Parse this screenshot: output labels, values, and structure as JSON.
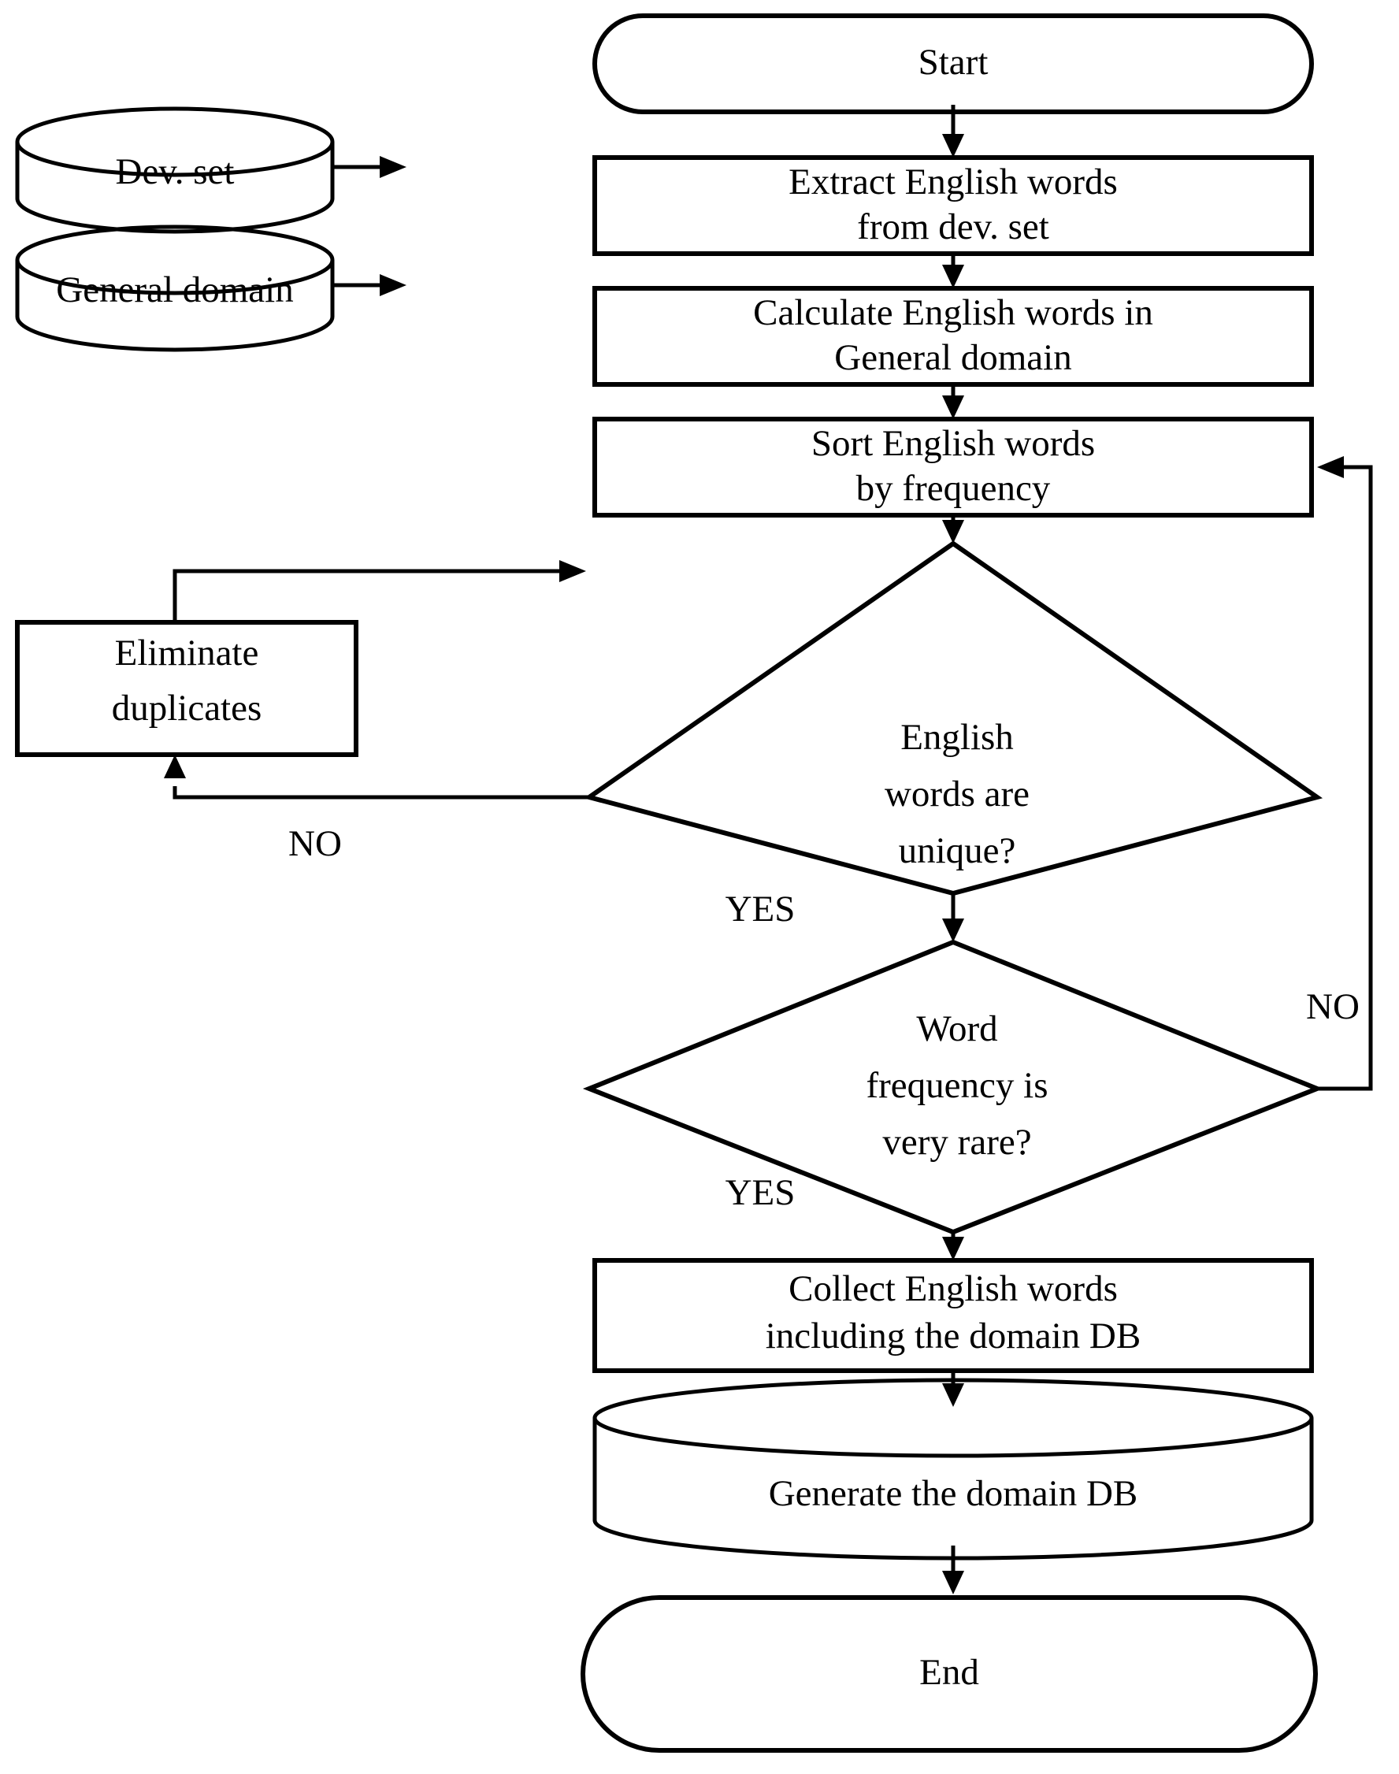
{
  "diagram": {
    "title": "Domain DB generation flowchart",
    "colors": {
      "stroke": "#000000",
      "fill": "#ffffff",
      "text": "#000000"
    },
    "nodes": {
      "start": {
        "label": "Start",
        "shape": "terminator"
      },
      "dev_set": {
        "label": "Dev. set",
        "shape": "cylinder"
      },
      "general_domain": {
        "label": "General domain",
        "shape": "cylinder"
      },
      "extract": {
        "label_line1": "Extract English words",
        "label_line2": "from dev. set",
        "shape": "process"
      },
      "calculate": {
        "label_line1": "Calculate English words in",
        "label_line2": "General domain",
        "shape": "process"
      },
      "sort": {
        "label_line1": "Sort English words",
        "label_line2": "by frequency",
        "shape": "process"
      },
      "eliminate": {
        "label_line1": "Eliminate",
        "label_line2": "duplicates",
        "shape": "process"
      },
      "unique_decision": {
        "label_line1": "English",
        "label_line2": "words are",
        "label_line3": "unique?",
        "shape": "decision"
      },
      "rare_decision": {
        "label_line1": "Word",
        "label_line2": "frequency is",
        "label_line3": "very rare?",
        "shape": "decision"
      },
      "collect": {
        "label_line1": "Collect English words",
        "label_line2": "including the domain DB",
        "shape": "process"
      },
      "generate": {
        "label": "Generate the domain DB",
        "shape": "cylinder"
      },
      "end": {
        "label": "End",
        "shape": "terminator"
      }
    },
    "edge_labels": {
      "unique_no": "NO",
      "unique_yes": "YES",
      "rare_no": "NO",
      "rare_yes": "YES"
    }
  }
}
